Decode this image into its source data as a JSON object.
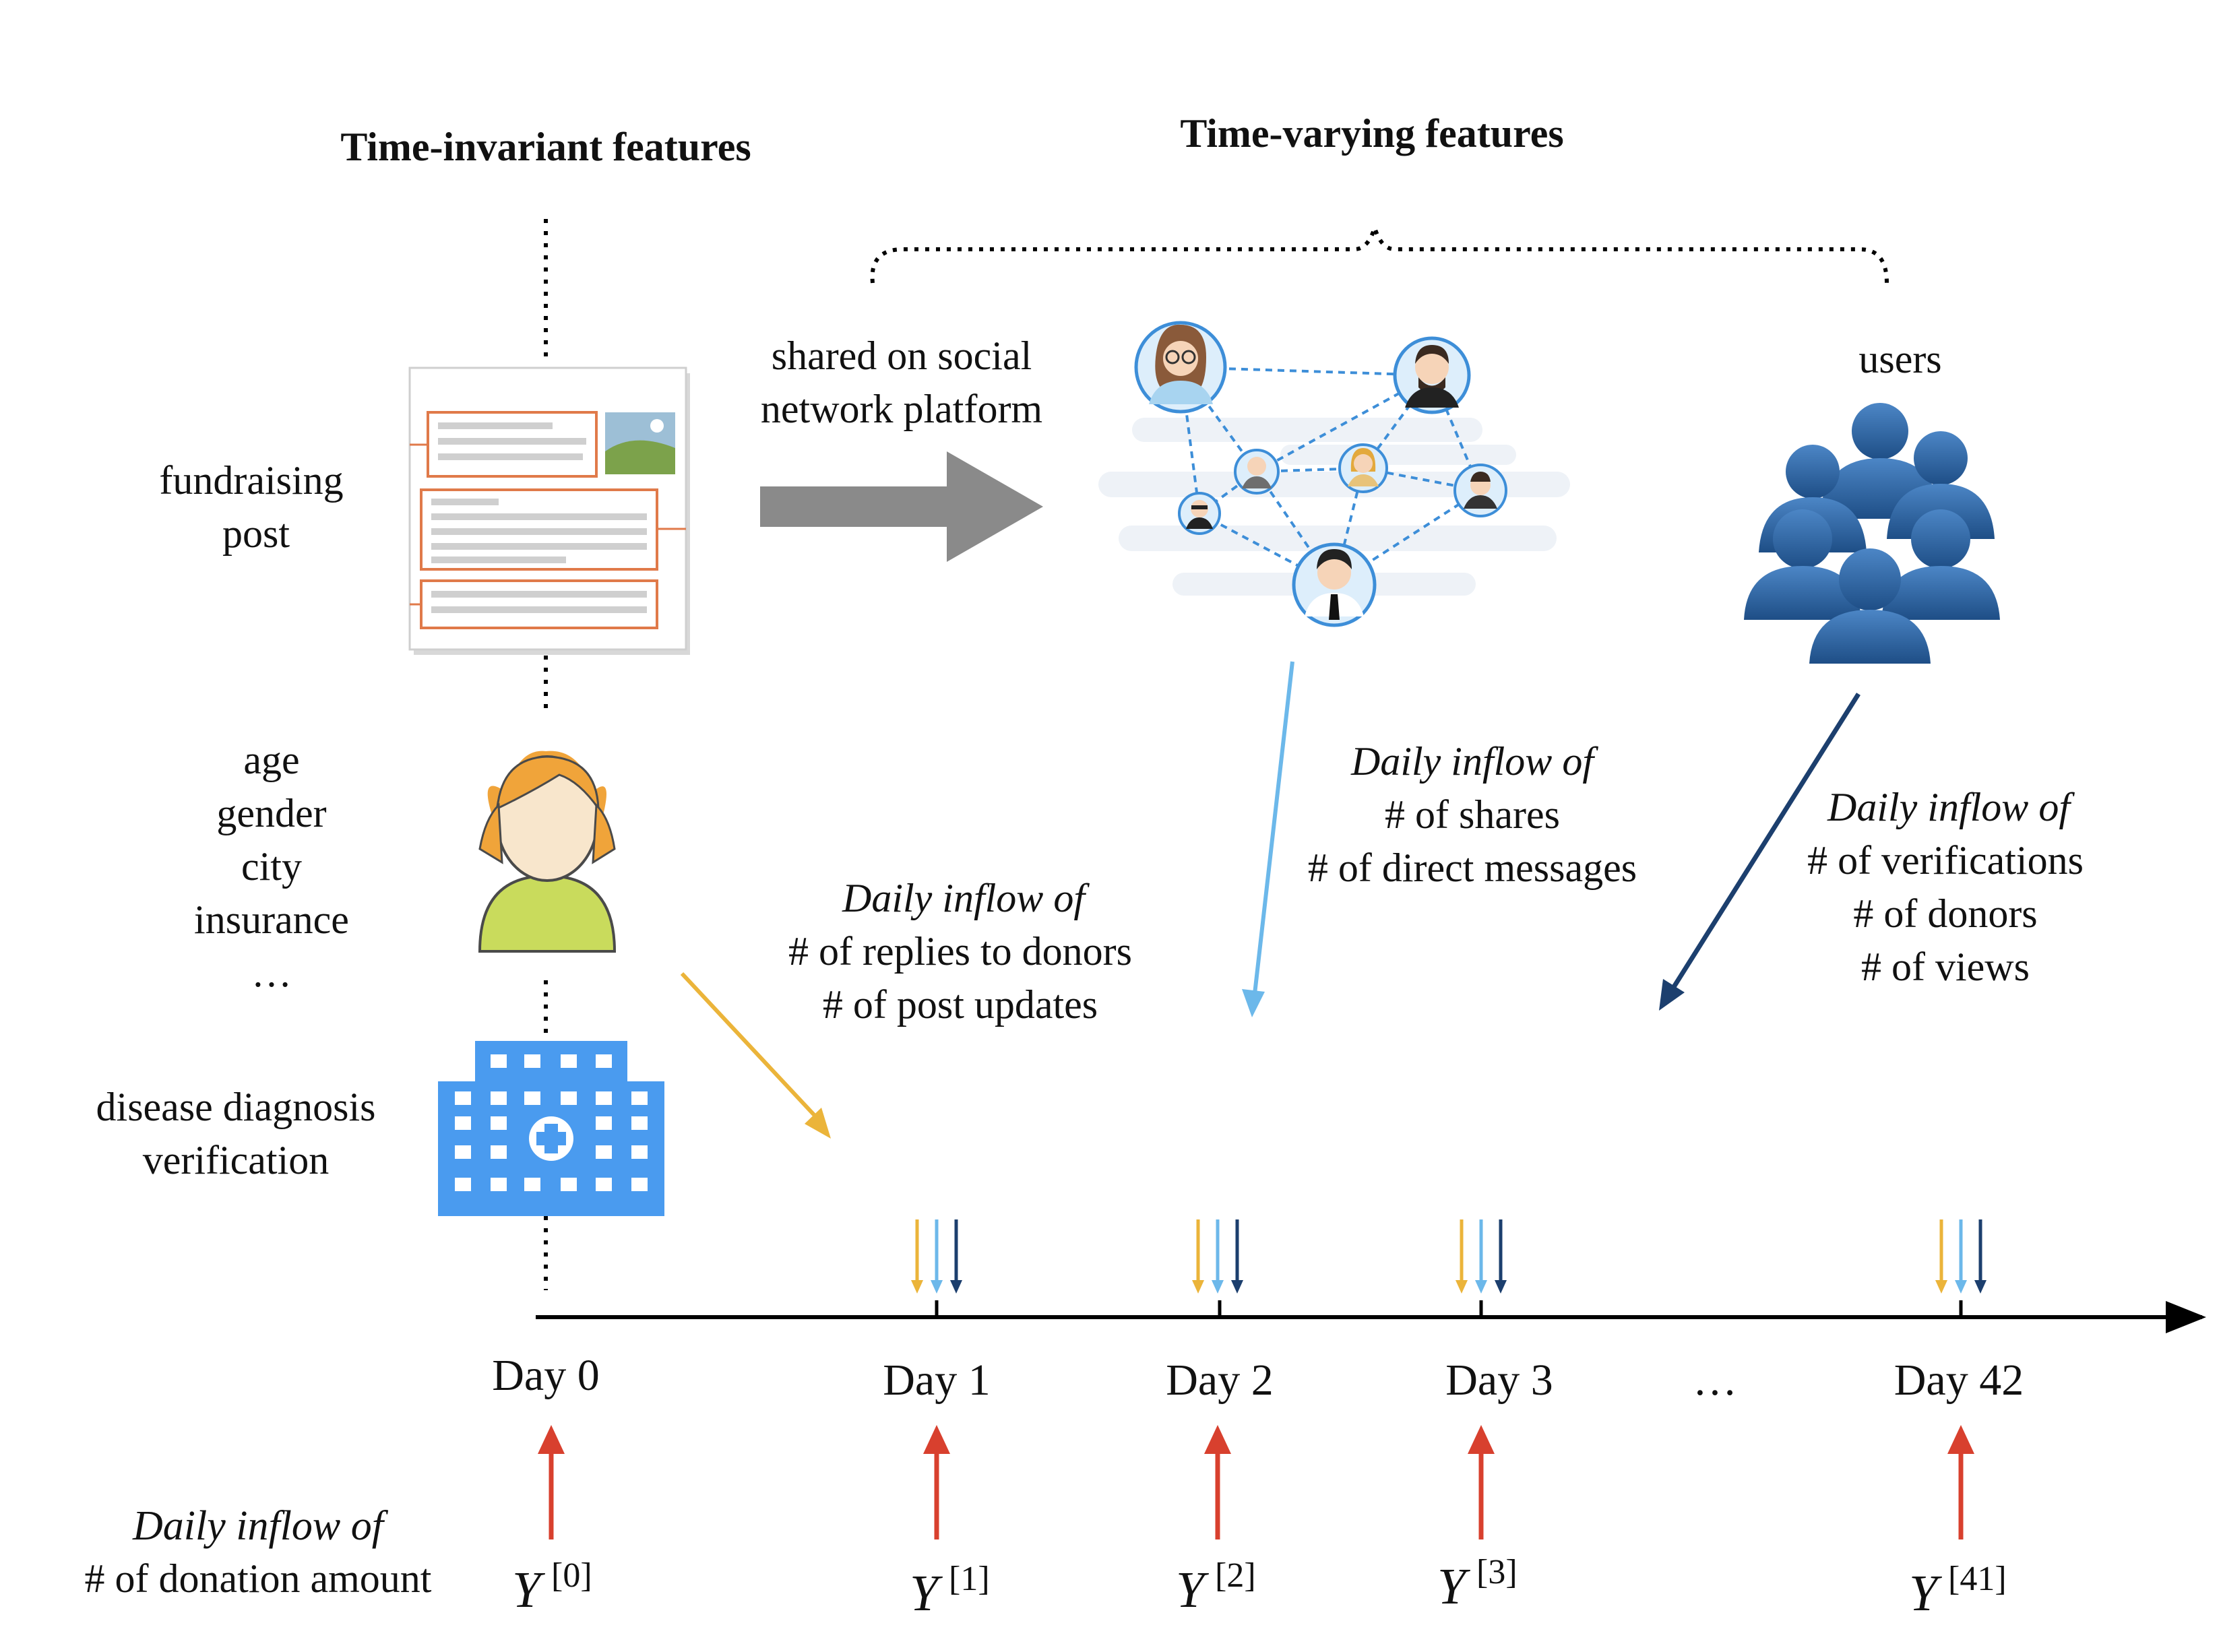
{
  "headings": {
    "left": "Time-invariant features",
    "right": "Time-varying features"
  },
  "left_labels": {
    "post": [
      "fundraising",
      "post"
    ],
    "patient": [
      "age",
      "gender",
      "city",
      "insurance",
      "…"
    ],
    "hospital": [
      "disease diagnosis",
      "verification"
    ],
    "donation": [
      "Daily inflow of",
      "# of donation amount"
    ]
  },
  "network": {
    "shared_label": [
      "shared on social",
      "network platform"
    ],
    "users_label": "users"
  },
  "inflows": {
    "replies": [
      "Daily inflow of",
      "# of replies to donors",
      "# of post updates"
    ],
    "shares": [
      "Daily inflow of",
      "# of shares",
      "# of direct messages"
    ],
    "verifications": [
      "Daily inflow of",
      "# of verifications",
      "# of donors",
      "# of views"
    ]
  },
  "timeline": {
    "days": [
      "Day 0",
      "Day 1",
      "Day 2",
      "Day 3",
      "Day 42"
    ],
    "ellipsis": "…",
    "y_base": "Y",
    "y_sup": [
      "[0]",
      "[1]",
      "[2]",
      "[3]",
      "[41]"
    ]
  },
  "colors": {
    "yellow_arrow": "#EBB43A",
    "light_blue_arrow": "#6CB8EA",
    "dark_blue_arrow": "#1C3F6E",
    "red_arrow": "#D8402E",
    "hospital_blue": "#4A9BEF",
    "gray_arrow": "#8A8A8A",
    "post_orange": "#E07A4A"
  }
}
